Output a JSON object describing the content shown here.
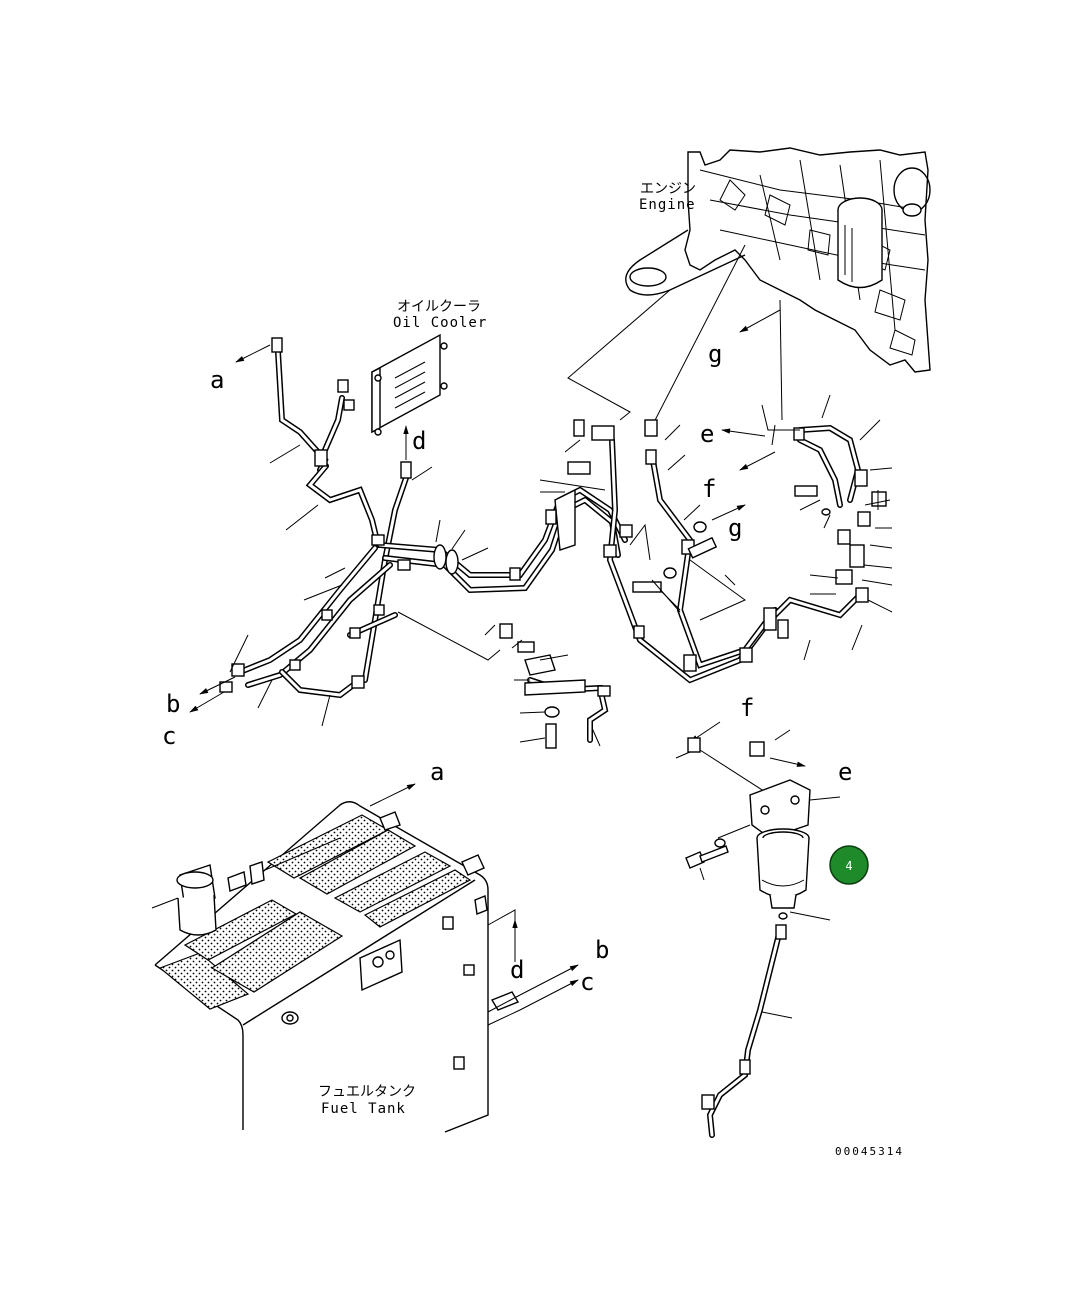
{
  "labels": {
    "engine_jp": "エンジン",
    "engine_en": "Engine",
    "oil_cooler_jp": "オイルクーラ",
    "oil_cooler_en": "Oil Cooler",
    "fuel_tank_jp": "フュエルタンク",
    "fuel_tank_en": "Fuel Tank"
  },
  "refs": {
    "a": "a",
    "b": "b",
    "c": "c",
    "d": "d",
    "e": "e",
    "f": "f",
    "g": "g"
  },
  "callout": {
    "number": "4",
    "color": "#1f8a2a"
  },
  "drawing_number": "00045314"
}
